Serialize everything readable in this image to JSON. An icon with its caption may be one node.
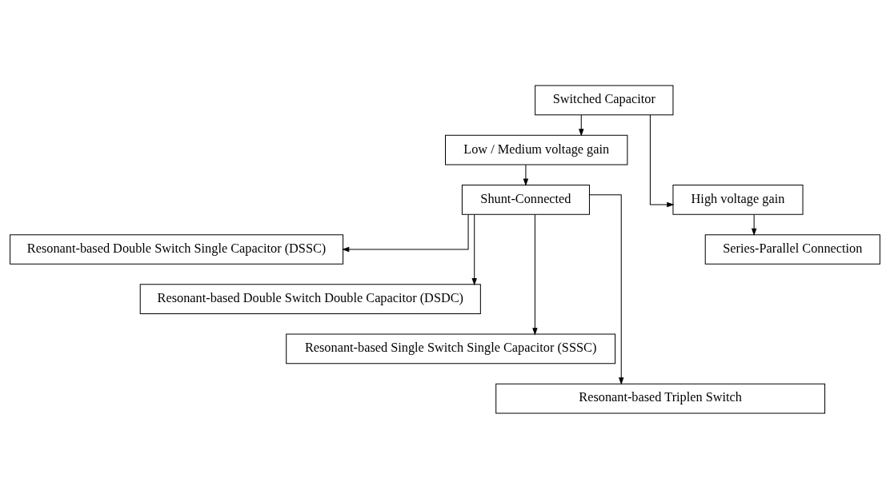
{
  "diagram": {
    "nodes": [
      {
        "text": [
          "Switched Capacitor"
        ]
      },
      {
        "text": [
          "Low / Medium voltage gain"
        ]
      },
      {
        "text": [
          "High voltage gain"
        ]
      },
      {
        "text": [
          "Shunt-Connected"
        ]
      },
      {
        "text": [
          "Series-Parallel Connection"
        ]
      },
      {
        "text": [
          "Resonant-based Double Switch Single Capacitor (DSSC)"
        ]
      },
      {
        "text": [
          "Resonant-based Double Switch Double Capacitor (DSDC)"
        ]
      },
      {
        "text": [
          "Resonant-based Single Switch Single Capacitor (SSSC)"
        ]
      },
      {
        "text": [
          "Resonant-based Triplen Switch"
        ]
      }
    ],
    "edges": [
      {
        "from": 0,
        "to": 1,
        "arrow": "to"
      },
      {
        "from": 0,
        "to": 2,
        "arrow": "to"
      },
      {
        "from": 1,
        "to": 3,
        "arrow": "to"
      },
      {
        "from": 2,
        "to": 4,
        "arrow": "to"
      },
      {
        "from": 3,
        "to": 5,
        "arrow": "to"
      },
      {
        "from": 3,
        "to": 6,
        "arrow": "to"
      },
      {
        "from": 3,
        "to": 7,
        "arrow": "to"
      },
      {
        "from": 3,
        "to": 8,
        "arrow": "to"
      }
    ]
  }
}
